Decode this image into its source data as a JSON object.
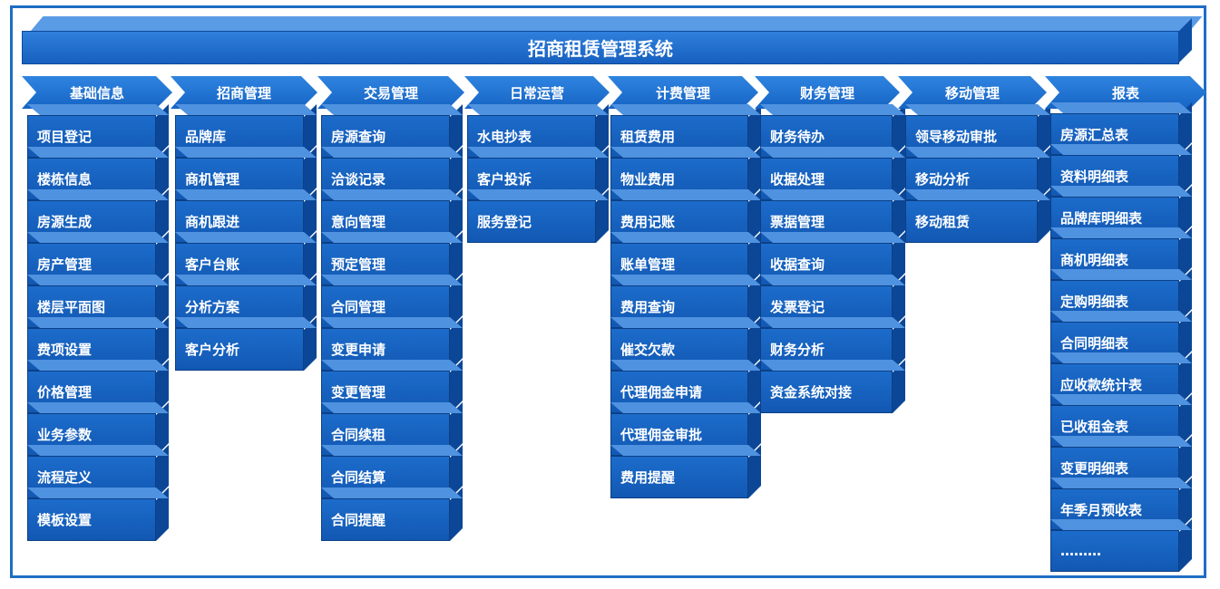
{
  "title": "招商租赁管理系统",
  "columns": [
    {
      "header": "基础信息",
      "items": [
        "项目登记",
        "楼栋信息",
        "房源生成",
        "房产管理",
        "楼层平面图",
        "费项设置",
        "价格管理",
        "业务参数",
        "流程定义",
        "模板设置"
      ]
    },
    {
      "header": "招商管理",
      "items": [
        "品牌库",
        "商机管理",
        "商机跟进",
        "客户台账",
        "分析方案",
        "客户分析"
      ]
    },
    {
      "header": "交易管理",
      "items": [
        "房源查询",
        "洽谈记录",
        "意向管理",
        "预定管理",
        "合同管理",
        "变更申请",
        "变更管理",
        "合同续租",
        "合同结算",
        "合同提醒"
      ]
    },
    {
      "header": "日常运营",
      "items": [
        "水电抄表",
        "客户投诉",
        "服务登记"
      ]
    },
    {
      "header": "计费管理",
      "items": [
        "租赁费用",
        "物业费用",
        "费用记账",
        "账单管理",
        "费用查询",
        "催交欠款",
        "代理佣金申请",
        "代理佣金审批",
        "费用提醒"
      ]
    },
    {
      "header": "财务管理",
      "items": [
        "财务待办",
        "收据处理",
        "票据管理",
        "收据查询",
        "发票登记",
        "财务分析",
        "资金系统对接"
      ]
    },
    {
      "header": "移动管理",
      "items": [
        "领导移动审批",
        "移动分析",
        "移动租赁"
      ]
    },
    {
      "header": "报表",
      "items": [
        "房源汇总表",
        "资料明细表",
        "品牌库明细表",
        "商机明细表",
        "定购明细表",
        "合同明细表",
        "应收款统计表",
        "已收租金表",
        "变更明细表",
        "年季月预收表",
        "………"
      ]
    }
  ]
}
